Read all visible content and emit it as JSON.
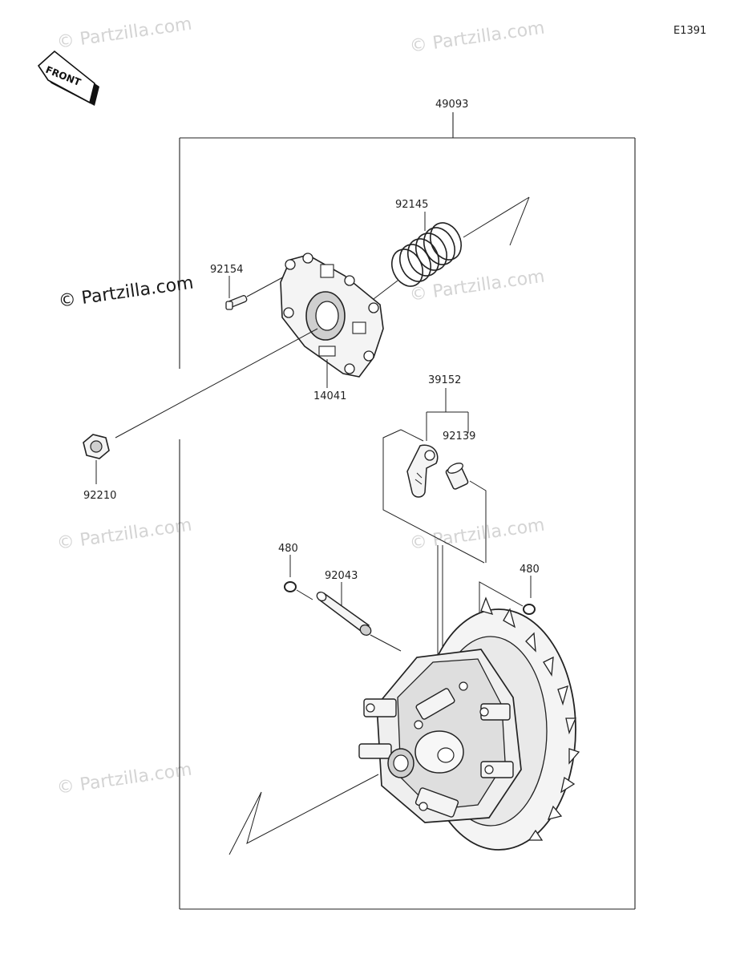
{
  "diagram_id": "E1391",
  "front_label": "FRONT",
  "part_numbers": {
    "assembly": "49093",
    "spring": "92145",
    "bolt": "92154",
    "cover": "14041",
    "weight_assembly": "39152",
    "weight_collar": "92139",
    "nut": "92210",
    "ring_left": "480",
    "shaft": "92043",
    "ring_right": "480"
  },
  "watermarks": {
    "faint": "© Partzilla.com",
    "strong": "© Partzilla.com"
  },
  "colors": {
    "line": "#222222",
    "watermark": "#d4d4d4",
    "part_fill": "#f4f4f4",
    "part_shade": "#cfcfcf"
  }
}
